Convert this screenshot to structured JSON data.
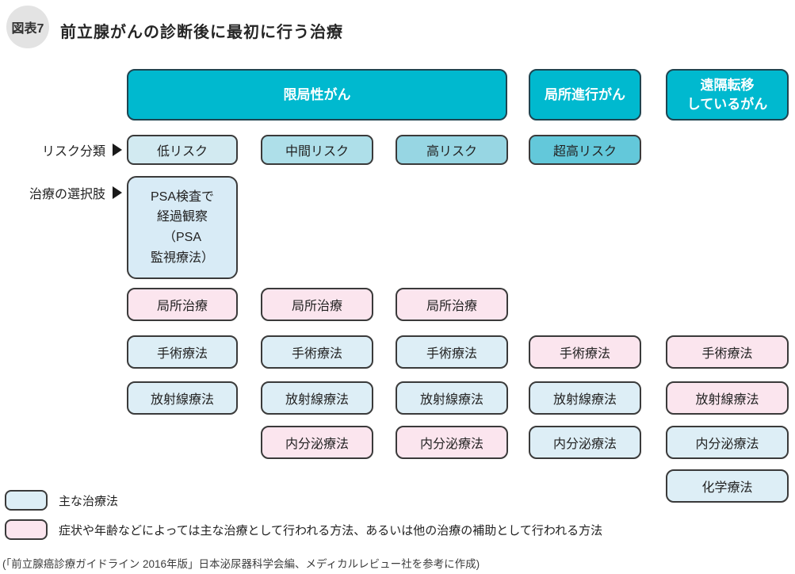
{
  "title": {
    "badge": "図表7",
    "text": "前立腺がんの診断後に最初に行う治療"
  },
  "colors": {
    "header_teal": "#00b9cf",
    "box_blue": "#ddeef6",
    "box_pink": "#fbe5ee",
    "psa_blue": "#d8ebf6"
  },
  "headers": [
    {
      "label": "限局性がん"
    },
    {
      "label": "局所進行がん"
    },
    {
      "label": "遠隔転移\nしているがん"
    }
  ],
  "row_labels": {
    "risk": "リスク分類",
    "treatment": "治療の選択肢"
  },
  "risk_levels": [
    {
      "label": "低リスク",
      "color": "#d2eaf1"
    },
    {
      "label": "中間リスク",
      "color": "#aedfe9"
    },
    {
      "label": "高リスク",
      "color": "#97d6e3"
    },
    {
      "label": "超高リスク",
      "color": "#63c8da"
    }
  ],
  "psa_box": {
    "label": "PSA検査で\n経過観察\n（PSA\n監視療法）"
  },
  "columns": [
    {
      "name": "低リスク",
      "treatments": [
        {
          "label": "局所治療",
          "type": "pink"
        },
        {
          "label": "手術療法",
          "type": "blue"
        },
        {
          "label": "放射線療法",
          "type": "blue"
        }
      ]
    },
    {
      "name": "中間リスク",
      "treatments": [
        {
          "label": "局所治療",
          "type": "pink"
        },
        {
          "label": "手術療法",
          "type": "blue"
        },
        {
          "label": "放射線療法",
          "type": "blue"
        },
        {
          "label": "内分泌療法",
          "type": "pink"
        }
      ]
    },
    {
      "name": "高リスク",
      "treatments": [
        {
          "label": "局所治療",
          "type": "pink"
        },
        {
          "label": "手術療法",
          "type": "blue"
        },
        {
          "label": "放射線療法",
          "type": "blue"
        },
        {
          "label": "内分泌療法",
          "type": "pink"
        }
      ]
    },
    {
      "name": "超高リスク",
      "treatments": [
        {
          "label": "手術療法",
          "type": "pink"
        },
        {
          "label": "放射線療法",
          "type": "blue"
        },
        {
          "label": "内分泌療法",
          "type": "blue"
        }
      ]
    },
    {
      "name": "遠隔転移しているがん",
      "treatments": [
        {
          "label": "手術療法",
          "type": "pink"
        },
        {
          "label": "放射線療法",
          "type": "pink"
        },
        {
          "label": "内分泌療法",
          "type": "blue"
        },
        {
          "label": "化学療法",
          "type": "blue"
        }
      ]
    }
  ],
  "legend": [
    {
      "type": "blue",
      "label": "主な治療法"
    },
    {
      "type": "pink",
      "label": "症状や年齢などによっては主な治療として行われる方法、あるいは他の治療の補助として行われる方法"
    }
  ],
  "source": "(「前立腺癌診療ガイドライン 2016年版」日本泌尿器科学会編、メディカルレビュー社を参考に作成)"
}
